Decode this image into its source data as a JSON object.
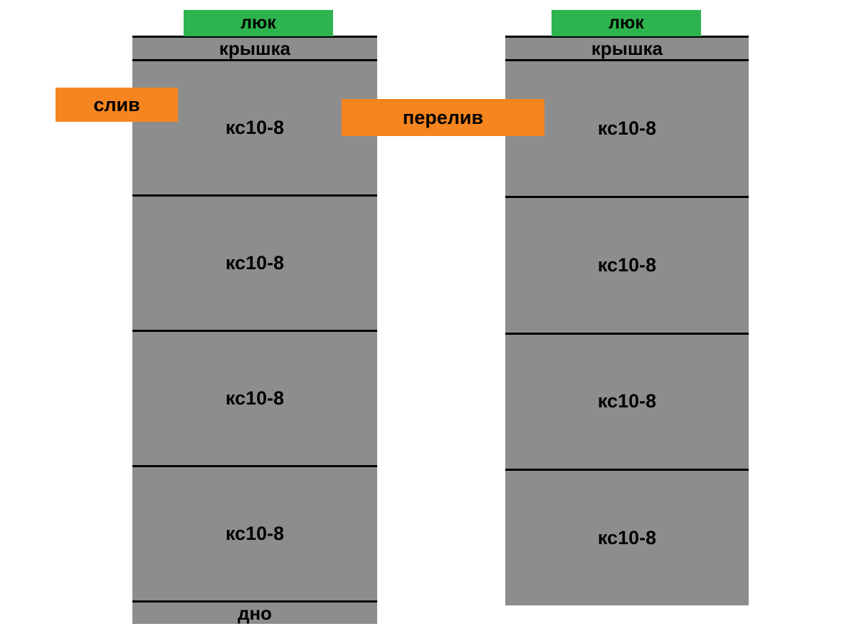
{
  "left_well": {
    "hatch_label": "люк",
    "cover_label": "крышка",
    "drain_label": "слив",
    "rings": [
      "кс10-8",
      "кс10-8",
      "кс10-8",
      "кс10-8"
    ],
    "bottom_label": "дно"
  },
  "right_well": {
    "hatch_label": "люк",
    "cover_label": "крышка",
    "overflow_label": "перелив",
    "rings": [
      "кс10-8",
      "кс10-8",
      "кс10-8",
      "кс10-8"
    ]
  },
  "colors": {
    "ring_gray": "#8d8d8d",
    "hatch_green": "#2db44e",
    "label_orange": "#f6851f",
    "line_black": "#000000"
  }
}
